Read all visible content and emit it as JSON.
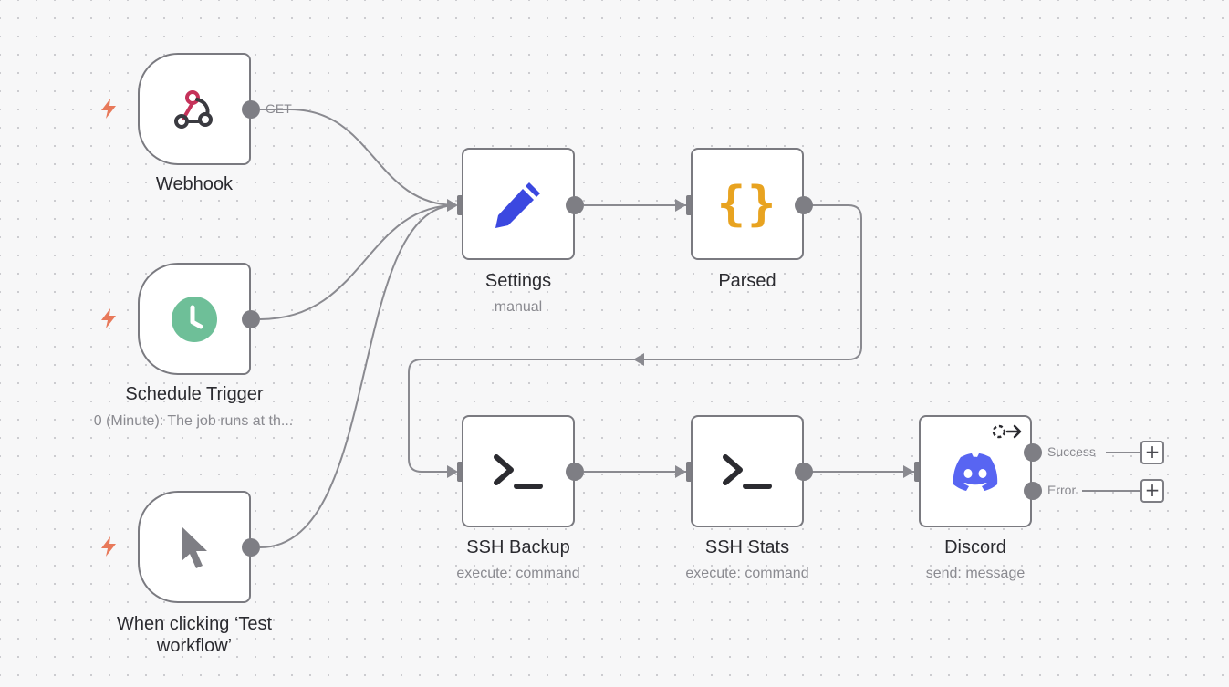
{
  "nodes": {
    "webhook": {
      "label": "Webhook",
      "output_label": "GET"
    },
    "schedule": {
      "label": "Schedule Trigger",
      "subtitle": "0 (Minute): The job runs at th..."
    },
    "manual": {
      "label": "When clicking ‘Test workflow’"
    },
    "settings": {
      "label": "Settings",
      "subtitle": "manual"
    },
    "parsed": {
      "label": "Parsed",
      "icon_text": "{}"
    },
    "ssh_backup": {
      "label": "SSH Backup",
      "subtitle": "execute: command"
    },
    "ssh_stats": {
      "label": "SSH Stats",
      "subtitle": "execute: command"
    },
    "discord": {
      "label": "Discord",
      "subtitle": "send: message",
      "output_success": "Success",
      "output_error": "Error"
    }
  },
  "add_button_symbol": "+",
  "icons": {
    "trigger": "lightning-bolt-icon",
    "webhook": "webhook-icon",
    "schedule": "clock-icon",
    "manual": "cursor-icon",
    "settings": "pencil-icon",
    "parsed": "curly-braces-icon",
    "ssh": "terminal-icon",
    "discord": "discord-icon",
    "retry": "retry-arrow-icon"
  },
  "colors": {
    "bolt": "#e8795a",
    "webhook_pink": "#c5325a",
    "webhook_dark": "#3a3a40",
    "clock": "#6ebf98",
    "pencil": "#3b48e0",
    "braces": "#e8a320",
    "discord": "#5865f2",
    "edge": "#8a8a90"
  }
}
